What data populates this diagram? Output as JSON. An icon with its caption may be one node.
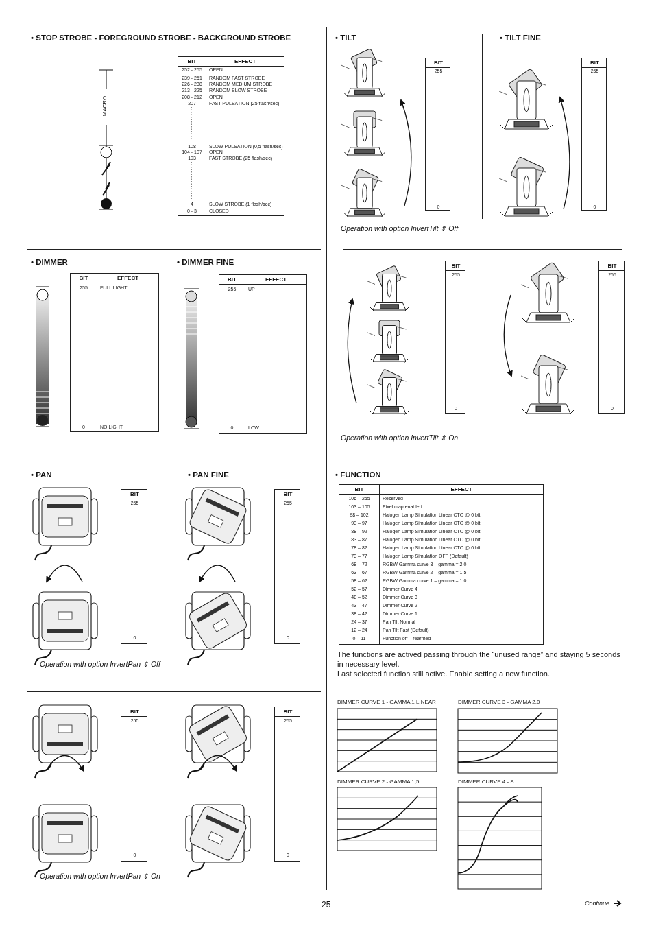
{
  "diagram": {
    "labels": [
      "• STOP STROBE - FOREGROUND STROBE - BACKGROUND STROBE",
      "MACRO",
      "BIT",
      "EFFECT",
      "252 - 255",
      "OPEN",
      "239 - 251",
      "RANDOM FAST STROBE",
      "226 - 238",
      "RANDOM MEDIUM STROBE",
      "213 - 225",
      "RANDOM SLOW STROBE",
      "208 - 212",
      "OPEN",
      "207",
      "FAST PULSATION (25 flash/sec)",
      "108",
      "SLOW PULSATION (0,5 flash/sec)",
      "104 - 107",
      "OPEN",
      "103",
      "FAST STROBE (25 flash/sec)",
      "4",
      "SLOW STROBE (1 flash/sec)",
      "0 - 3",
      "CLOSED",
      "• TILT",
      "BIT",
      "255",
      "0",
      "• TILT FINE",
      "BIT",
      "255",
      "0",
      "Operation with option InvertTilt ⇕ Off",
      "BIT",
      "255",
      "0",
      "BIT",
      "255",
      "0",
      "Operation with option InvertTilt ⇕ On",
      "• DIMMER",
      "BIT",
      "EFFECT",
      "255",
      "FULL LIGHT",
      "0",
      "NO LIGHT",
      "• DIMMER FINE",
      "BIT",
      "EFFECT",
      "255",
      "UP",
      "0",
      "LOW",
      "• PAN",
      "BIT",
      "255",
      "0",
      "• PAN FINE",
      "BIT",
      "255",
      "0",
      "Operation with option InvertPan ⇕ Off",
      "BIT",
      "255",
      "0",
      "BIT",
      "255",
      "0",
      "Operation with option InvertPan ⇕ On",
      "• FUNCTION",
      "BIT",
      "EFFECT",
      "106 – 255",
      "Reserved",
      "103 – 105",
      "Pixel map enabled",
      "98 – 102",
      "Halogen Lamp Simulation Linear CTO @ 0 bit",
      "93 – 97",
      "Halogen Lamp Simulation Linear CTO @ 0 bit",
      "88 – 92",
      "Halogen Lamp Simulation Linear CTO @ 0 bit",
      "83 – 87",
      "Halogen Lamp Simulation Linear CTO @ 0 bit",
      "78 – 82",
      "Halogen Lamp Simulation Linear CTO @ 0 bit",
      "73 – 77",
      "Halogen Lamp Simulation OFF (Default)",
      "68 – 72",
      "RGBW Gamma curve 3 – gamma = 2.0",
      "63 – 67",
      "RGBW Gamma curve 2 – gamma = 1.5",
      "58 – 62",
      "RGBW Gamma curve 1 – gamma = 1.0",
      "52 – 57",
      "Dimmer Curve 4",
      "48 – 52",
      "Dimmer Curve 3",
      "43 – 47",
      "Dimmer Curve 2",
      "38 – 42",
      "Dimmer Curve 1",
      "24 – 37",
      "Pan Tilt Normal",
      "12 – 24",
      "Pan Tilt Fast (Default)",
      "0 – 11",
      "Function off – rearmed",
      "The functions are actived passing through the “unused range” and staying 5 seconds in necessary level.",
      "Last selected function still active. Enable setting a new function.",
      "DIMMER CURVE 1 - GAMMA 1 LINEAR",
      "DIMMER CURVE 3 - GAMMA 2,0",
      "DIMMER CURVE 2 - GAMMA 1,5",
      "DIMMER CURVE 4 - S",
      "25",
      "Continue"
    ]
  }
}
